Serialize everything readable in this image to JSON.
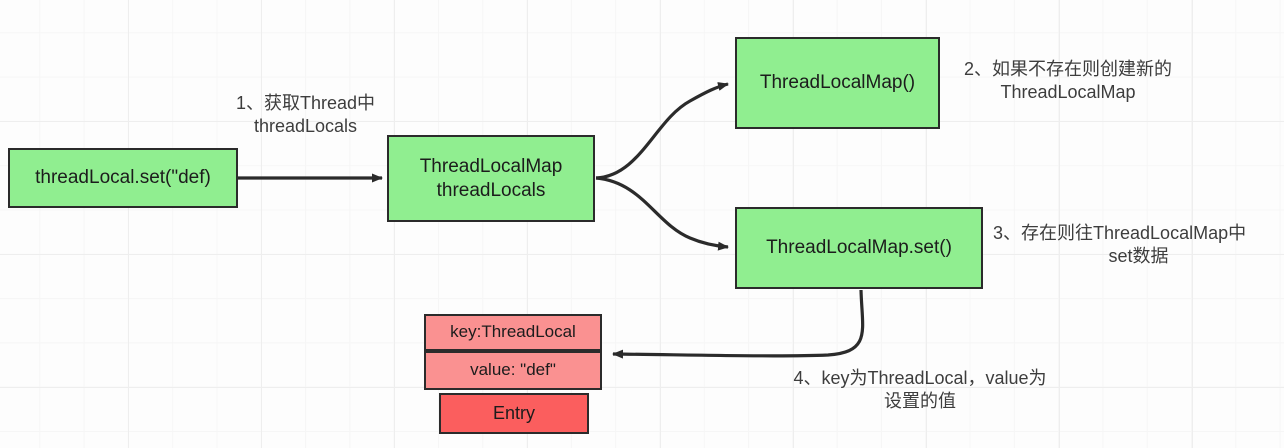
{
  "diagram": {
    "title": "ThreadLocal.set flow",
    "colors": {
      "green_fill": "#90ee90",
      "pink_fill": "#fa9191",
      "red_fill": "#fb5e5e",
      "stroke": "#2b2b2b",
      "grid_line": "#eeeeee",
      "background": "#fdfdfd",
      "annotation_text": "#3d3d3d"
    },
    "nodes": {
      "threadlocal_set": "threadLocal.set(\"def)",
      "threadlocalmap_field": "ThreadLocalMap\nthreadLocals",
      "threadlocalmap_ctor": "ThreadLocalMap()",
      "threadlocalmap_set": "ThreadLocalMap.set()",
      "entry_key": "key:ThreadLocal",
      "entry_value": "value: \"def\"",
      "entry_label": "Entry"
    },
    "annotations": {
      "step1": "1、获取Thread中\nthreadLocals",
      "step2": "2、如果不存在则创建新的\nThreadLocalMap",
      "step3_line1": "3、存在则往ThreadLocalMap中",
      "step3_line2": "set数据",
      "step4": "4、key为ThreadLocal，value为\n设置的值"
    },
    "edges": [
      {
        "name": "set-to-map-field",
        "from": "threadlocal_set",
        "to": "threadlocalmap_field",
        "style": "straight"
      },
      {
        "name": "map-field-to-ctor",
        "from": "threadlocalmap_field",
        "to": "threadlocalmap_ctor",
        "style": "curved"
      },
      {
        "name": "map-field-to-set",
        "from": "threadlocalmap_field",
        "to": "threadlocalmap_set",
        "style": "curved"
      },
      {
        "name": "map-set-to-entry",
        "from": "threadlocalmap_set",
        "to": "entry_value",
        "style": "curved"
      }
    ]
  }
}
